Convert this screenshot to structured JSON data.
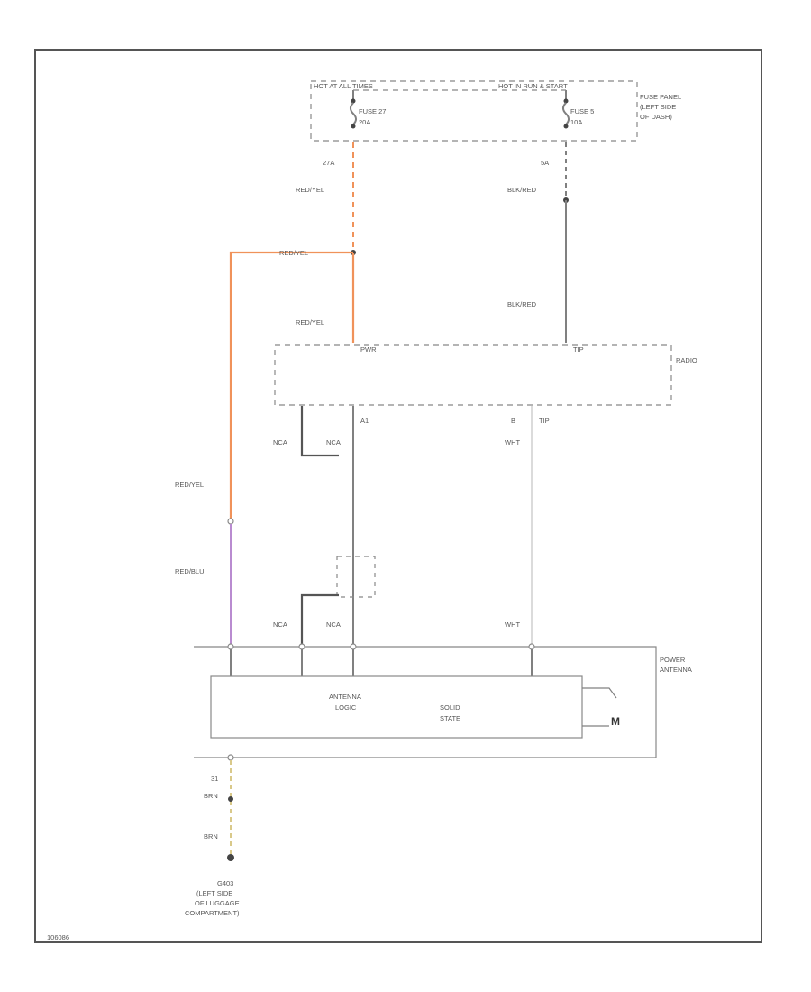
{
  "fuse_panel": {
    "hot_all_times": "HOT AT ALL TIMES",
    "hot_run_start": "HOT IN RUN & START",
    "fuse_a": "FUSE 27",
    "fuse_a_rating": "20A",
    "fuse_b": "FUSE 5",
    "fuse_b_rating": "10A",
    "label_line1": "FUSE PANEL",
    "label_line2": "(LEFT SIDE",
    "label_line3": "OF DASH)",
    "pin_a": "27A",
    "pin_b": "5A"
  },
  "wires": {
    "red_yel_1": "RED/YEL",
    "red_yel_2": "RED/YEL",
    "red_yel_3": "RED/YEL",
    "red_yel_4": "RED/YEL",
    "red_blu": "RED/BLU",
    "blk_red_1": "BLK/RED",
    "blk_red_2": "BLK/RED",
    "nca_1": "NCA",
    "nca_2": "NCA",
    "nca_3": "NCA",
    "nca_4": "NCA",
    "wht_1": "WHT",
    "wht_2": "WHT",
    "brn_1": "BRN",
    "brn_2": "BRN"
  },
  "radio": {
    "label": "RADIO",
    "pin_pwr": "PWR",
    "pin_tip_top": "TIP",
    "pin_a1": "A1",
    "pin_b": "B",
    "pin_tip_bottom": "TIP"
  },
  "power_antenna": {
    "label_line1": "POWER",
    "label_line2": "ANTENNA",
    "logic_line1": "ANTENNA",
    "logic_line2": "LOGIC",
    "state_line1": "SOLID",
    "state_line2": "STATE",
    "motor": "M",
    "pin_bottom": "31"
  },
  "ground": {
    "label_line1": "G403",
    "label_line2": "(LEFT SIDE",
    "label_line3": "OF LUGGAGE",
    "label_line4": "COMPARTMENT)"
  },
  "figure_id": "106086"
}
